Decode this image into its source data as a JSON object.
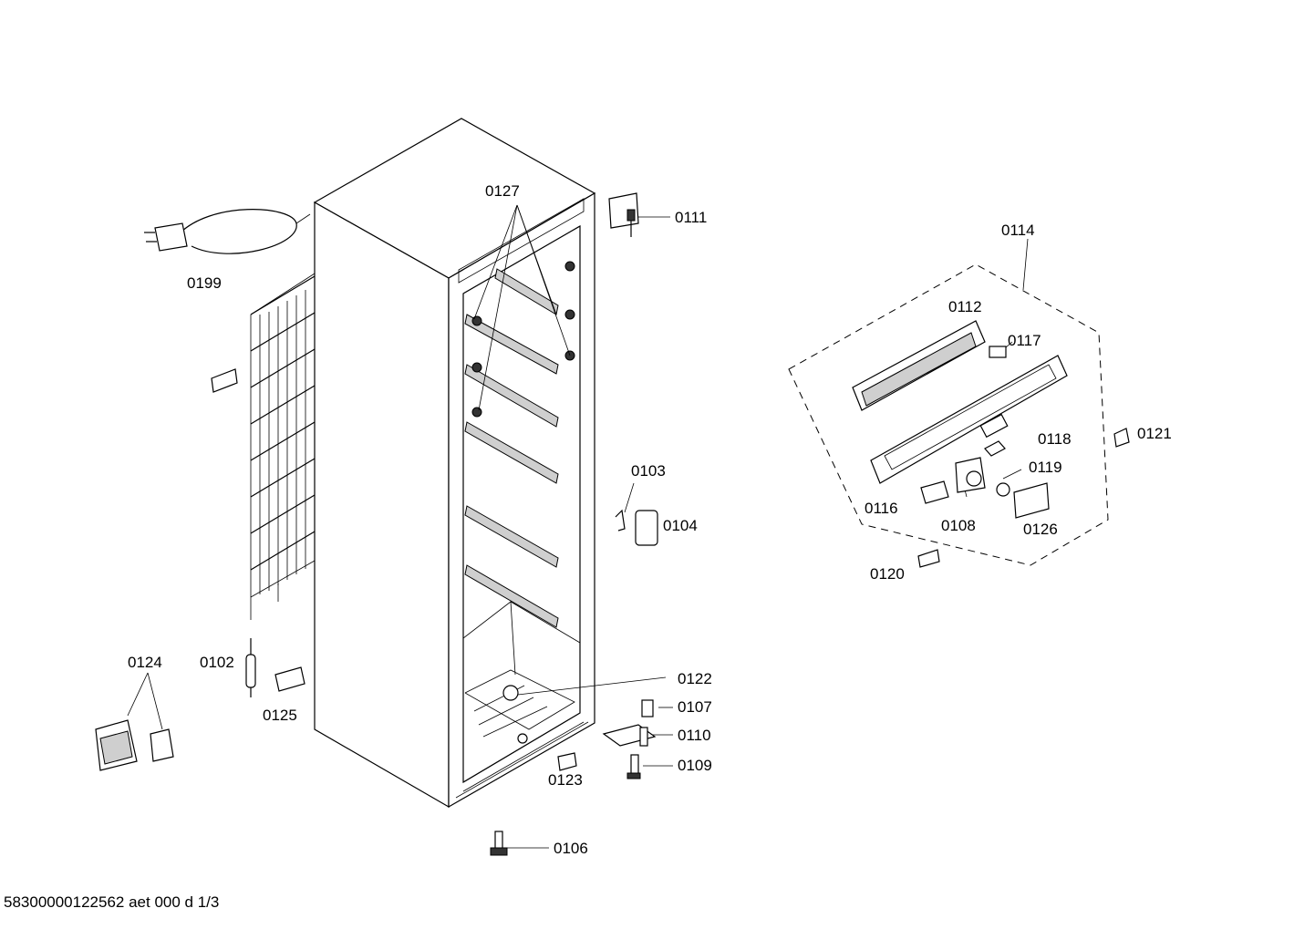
{
  "drawing_id": "58300000122562 aet 000 d 1/3",
  "colors": {
    "line": "#000000",
    "background": "#ffffff"
  },
  "labels": {
    "p0127": "0127",
    "p0111": "0111",
    "p0199": "0199",
    "p0114": "0114",
    "p0112": "0112",
    "p0117": "0117",
    "p0118": "0118",
    "p0121": "0121",
    "p0119": "0119",
    "p0116": "0116",
    "p0108": "0108",
    "p0126": "0126",
    "p0120": "0120",
    "p0103": "0103",
    "p0104": "0104",
    "p0124": "0124",
    "p0102": "0102",
    "p0125": "0125",
    "p0122": "0122",
    "p0107": "0107",
    "p0110": "0110",
    "p0109": "0109",
    "p0123": "0123",
    "p0106": "0106"
  }
}
